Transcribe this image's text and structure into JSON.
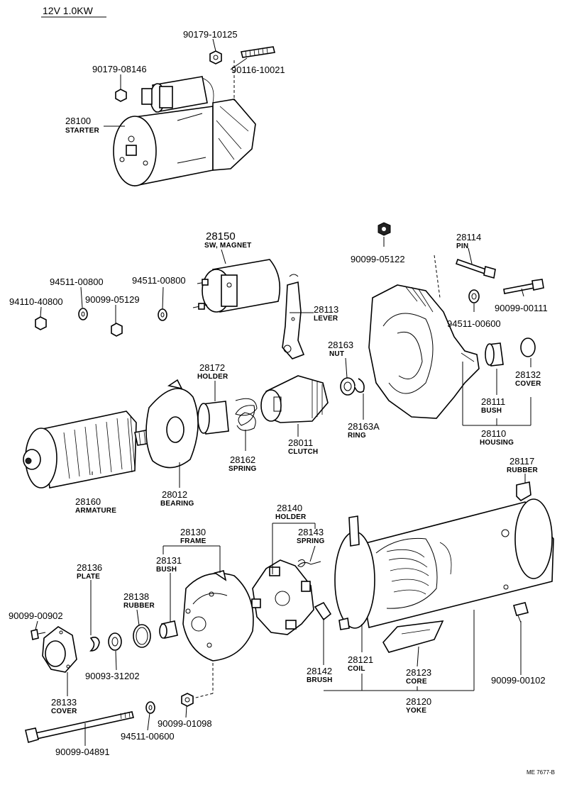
{
  "header": {
    "title": "12V  1.0KW"
  },
  "reference": "ME 7677-B",
  "labels": {
    "p90179_10125": "90179-10125",
    "p90179_08146": "90179-08146",
    "p90116_10021": "90116-10021",
    "p28100": "28100",
    "p28100_name": "STARTER",
    "p28150": "28150",
    "p28150_name": "SW, MAGNET",
    "p90099_05122": "90099-05122",
    "p28114": "28114",
    "p28114_name": "PIN",
    "p94511_00800a": "94511-00800",
    "p94511_00800b": "94511-00800",
    "p94110_40800": "94110-40800",
    "p90099_05129": "90099-05129",
    "p28113": "28113",
    "p28113_name": "LEVER",
    "p90099_00111": "90099-00111",
    "p94511_00600a": "94511-00600",
    "p28163": "28163",
    "p28163_name": "NUT",
    "p28172": "28172",
    "p28172_name": "HOLDER",
    "p28132": "28132",
    "p28132_name": "COVER",
    "p28111": "28111",
    "p28111_name": "BUSH",
    "p28163a": "28163A",
    "p28163a_name": "RING",
    "p28110": "28110",
    "p28110_name": "HOUSING",
    "p28011": "28011",
    "p28011_name": "CLUTCH",
    "p28162": "28162",
    "p28162_name": "SPRING",
    "p28160": "28160",
    "p28160_name": "ARMATURE",
    "p28012": "28012",
    "p28012_name": "BEARING",
    "p28117": "28117",
    "p28117_name": "RUBBER",
    "p28140": "28140",
    "p28140_name": "HOLDER",
    "p28130": "28130",
    "p28130_name": "FRAME",
    "p28143": "28143",
    "p28143_name": "SPRING",
    "p28131": "28131",
    "p28131_name": "BUSH",
    "p28136": "28136",
    "p28136_name": "PLATE",
    "p28138": "28138",
    "p28138_name": "RUBBER",
    "p90099_00902": "90099-00902",
    "p90093_31202": "90093-31202",
    "p28121": "28121",
    "p28121_name": "COIL",
    "p28123": "28123",
    "p28123_name": "CORE",
    "p28142": "28142",
    "p28142_name": "BRUSH",
    "p90099_00102": "90099-00102",
    "p28133": "28133",
    "p28133_name": "COVER",
    "p28120": "28120",
    "p28120_name": "YOKE",
    "p94511_00600b": "94511-00600",
    "p90099_01098": "90099-01098",
    "p90099_04891": "90099-04891"
  }
}
